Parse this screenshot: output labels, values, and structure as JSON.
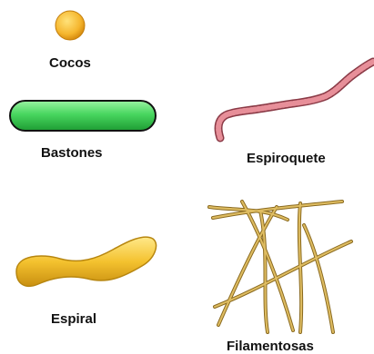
{
  "labels": {
    "cocos": "Cocos",
    "bastones": "Bastones",
    "espiroquete": "Espiroquete",
    "espiral": "Espiral",
    "filamentosas": "Filamentosas"
  },
  "colors": {
    "coccus": "#f5b62e",
    "rod": "#3fcf5a",
    "spirochete": "#e78f99",
    "spiral": "#f2c12c",
    "filament": "#c9a24a",
    "text": "#111111"
  }
}
